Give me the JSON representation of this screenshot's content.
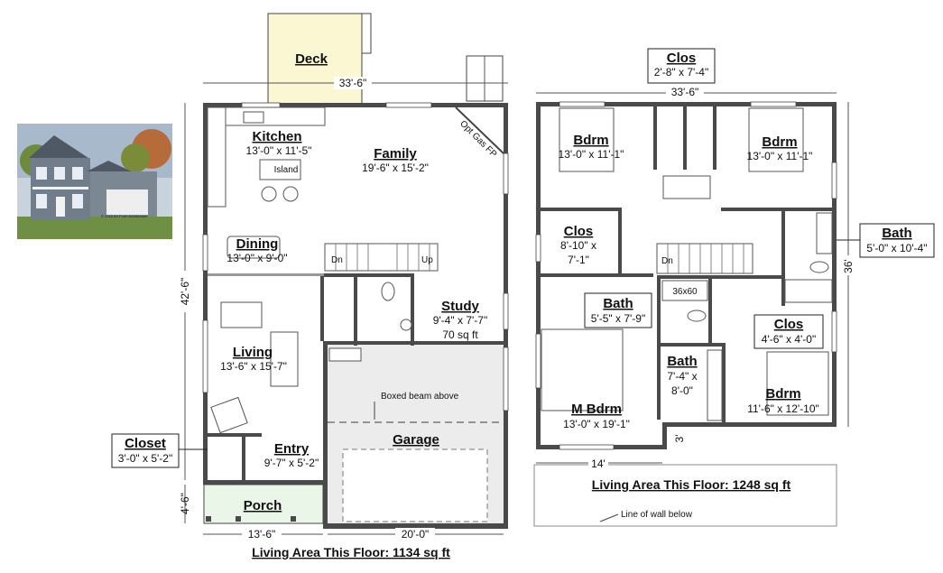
{
  "thumbnail": {
    "caption": "© 2016 Art Form Architecture"
  },
  "first_floor": {
    "rooms": {
      "deck": {
        "name": "Deck"
      },
      "kitchen": {
        "name": "Kitchen",
        "dims": "13'-0\" x 11'-5\""
      },
      "island": {
        "name": "Island"
      },
      "family": {
        "name": "Family",
        "dims": "19'-6\" x 15'-2\""
      },
      "fireplace": {
        "name": "Opt Gas FP"
      },
      "dining": {
        "name": "Dining",
        "dims": "13'-0\" x 9'-0\""
      },
      "stair_dn": {
        "name": "Dn"
      },
      "stair_up": {
        "name": "Up"
      },
      "study": {
        "name": "Study",
        "dims1": "9'-4\" x 7'-7\"",
        "dims2": "70 sq ft"
      },
      "living": {
        "name": "Living",
        "dims": "13'-6\" x 15'-7\""
      },
      "beam": {
        "name": "Boxed beam above"
      },
      "garage": {
        "name": "Garage"
      },
      "entry": {
        "name": "Entry",
        "dims": "9'-7\" x 5'-2\""
      },
      "porch": {
        "name": "Porch"
      },
      "closet": {
        "name": "Closet",
        "dims": "3'-0\" x 5'-2\""
      }
    },
    "dims": {
      "top_width": "33'-6\"",
      "left_depth": "42'-6\"",
      "porch_depth": "4'-6\"",
      "bottom_left": "13'-6\"",
      "bottom_right": "20'-0\""
    },
    "living_area": "Living Area This Floor: 1134 sq ft"
  },
  "second_floor": {
    "rooms": {
      "clos_top": {
        "name": "Clos",
        "dims": "2'-8\" x 7'-4\""
      },
      "bdrm_left": {
        "name": "Bdrm",
        "dims": "13'-0\" x 11'-1\""
      },
      "bdrm_right": {
        "name": "Bdrm",
        "dims": "13'-0\" x 11'-1\""
      },
      "clos_mid": {
        "name": "Clos",
        "dims1": "8'-10\" x",
        "dims2": "7'-1\""
      },
      "stair_dn": {
        "name": "Dn"
      },
      "bath_right": {
        "name": "Bath",
        "dims": "5'-0\" x 10'-4\""
      },
      "shower": {
        "name": "36x60"
      },
      "bath_master": {
        "name": "Bath",
        "dims": "5'-5\" x 7'-9\""
      },
      "clos_right": {
        "name": "Clos",
        "dims": "4'-6\" x 4'-0\""
      },
      "bath_small": {
        "name": "Bath",
        "dims1": "7'-4\" x",
        "dims2": "8'-0\""
      },
      "m_bdrm": {
        "name": "M Bdrm",
        "dims": "13'-0\" x 19'-1\""
      },
      "bdrm_lower": {
        "name": "Bdrm",
        "dims": "11'-6\" x 12'-10\""
      }
    },
    "dims": {
      "top_width": "33'-6\"",
      "right_depth": "36'",
      "bump_out": "3'",
      "bottom": "14'"
    },
    "wall_note": "Line of wall below",
    "living_area": "Living Area This Floor: 1248 sq ft"
  }
}
